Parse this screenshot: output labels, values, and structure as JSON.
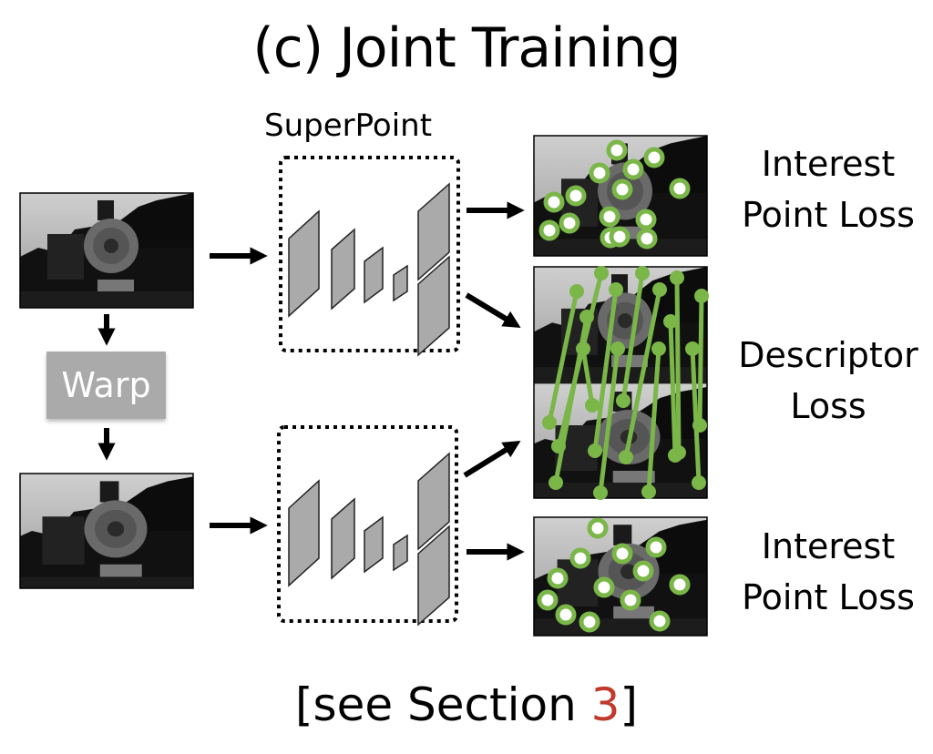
{
  "title": "(c) Joint Training",
  "network_label": "SuperPoint",
  "warp_label": "Warp",
  "outputs": [
    {
      "id": "interest-point-loss-top",
      "lines": [
        "Interest",
        "Point Loss"
      ]
    },
    {
      "id": "descriptor-loss",
      "lines": [
        "Descriptor",
        "Loss"
      ]
    },
    {
      "id": "interest-point-loss-bottom",
      "lines": [
        "Interest",
        "Point Loss"
      ]
    }
  ],
  "footer": {
    "prefix": "[see Section ",
    "ref": "3",
    "suffix": "]"
  },
  "colors": {
    "keypoint_ring": "#7ab648",
    "keypoint_fill": "#ffffff",
    "match_line": "#7ab648",
    "layer_fill": "#a9aaa9",
    "warp_box": "#a9aaa9",
    "section_ref": "#c0392b"
  },
  "images": {
    "input_original": "train-photo",
    "input_warped": "warped-train-photo"
  },
  "keypoints_top_count": 15,
  "keypoints_bottom_count": 13,
  "descriptor_match_count": 13
}
